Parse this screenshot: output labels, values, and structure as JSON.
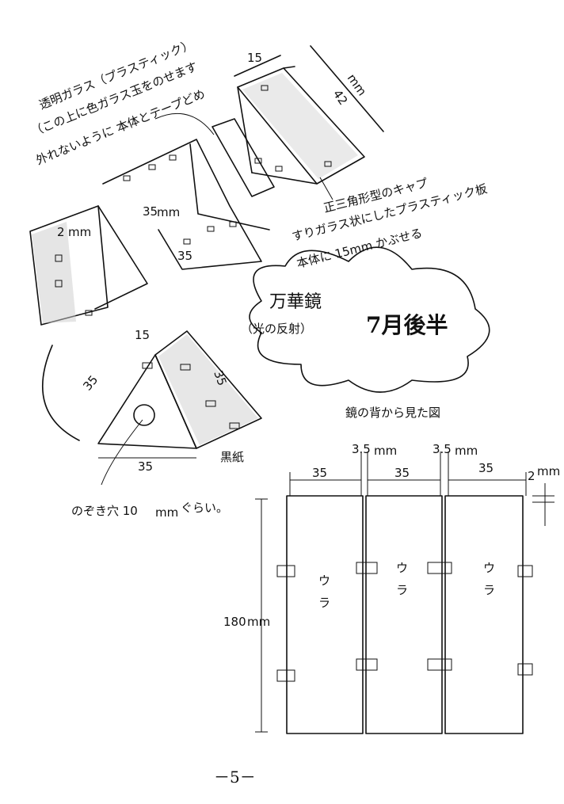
{
  "title": {
    "main": "万華鏡",
    "sub": "（光の反射）",
    "month": "7月後半"
  },
  "top_drawing": {
    "label_glass": "透明ガラス（プラスティック）",
    "note_line1": "（この上に色ガラス玉をのせます",
    "note_line2": "外れないように 本体とテープどめ",
    "dim_15": "15",
    "dim_42": "42",
    "dim_42_unit": "mm",
    "dim_35mm": "35",
    "dim_35mm_unit": "mm",
    "dim_35": "35",
    "dim_2mm": "2",
    "dim_2mm_unit": "mm",
    "cap_line1": "正三角形型のキャプ",
    "cap_line2": "すりガラス状にしたプラスティック板",
    "cap_line3": "本体に 15mm かぶせる"
  },
  "triangle_drawing": {
    "dim_15": "15",
    "dim_35_left": "35",
    "dim_35_right": "35",
    "dim_35_bottom": "35",
    "black_paper": "黒紙",
    "peephole": "のぞき穴 10",
    "peephole_unit": "mm",
    "peephole_suffix": "ぐらい。"
  },
  "back_view": {
    "title": "鏡の背から見た図",
    "gap_left": "3.5",
    "gap_right": "3.5",
    "gap_unit": "mm",
    "widths": [
      "35",
      "35",
      "35"
    ],
    "edge": "2",
    "edge_unit": "mm",
    "height": "180",
    "height_unit": "mm",
    "panel_label": [
      "ウ",
      "ラ"
    ]
  },
  "page_number": "－5－"
}
